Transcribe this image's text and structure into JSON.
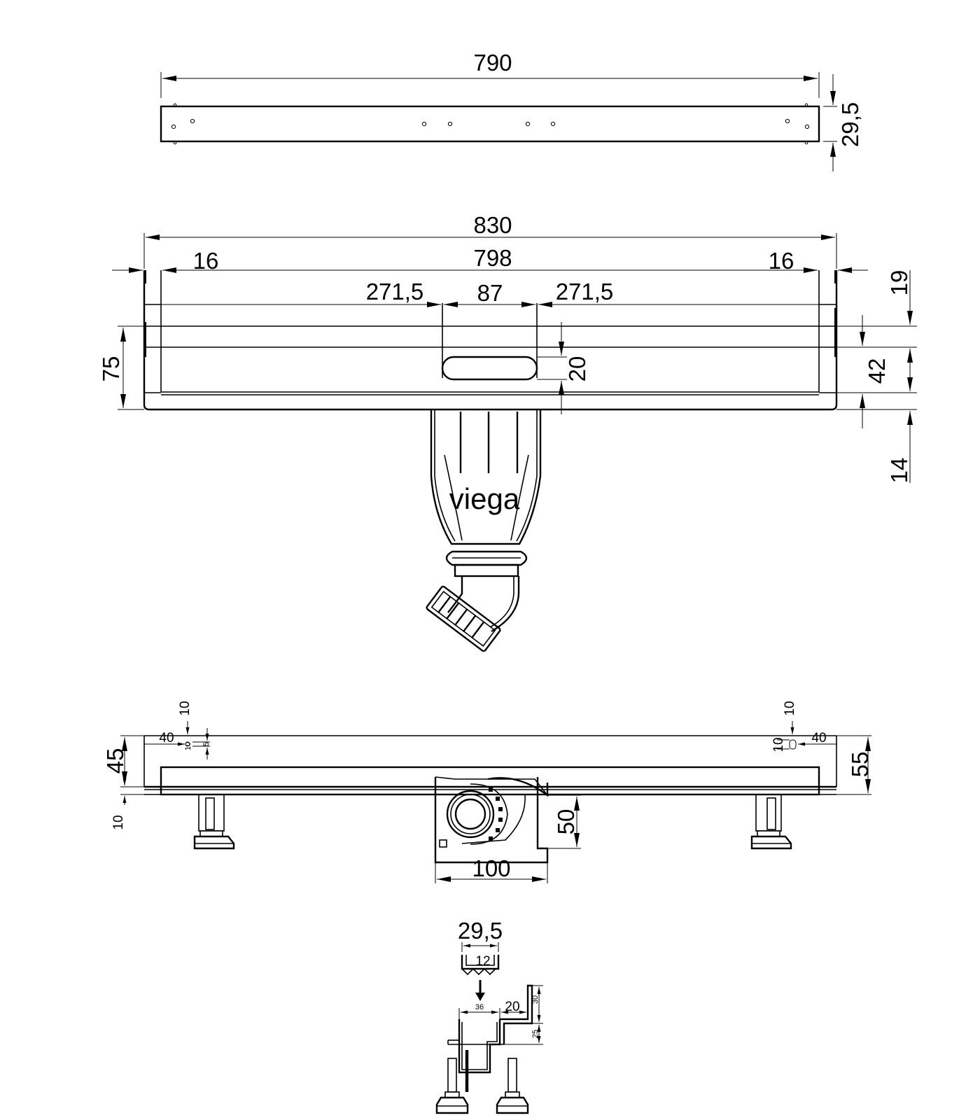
{
  "grate_view": {
    "length": "790",
    "width": "29,5"
  },
  "channel_top_view": {
    "overall_length": "830",
    "inner_length": "798",
    "flange_left": "16",
    "flange_right": "16",
    "outlet_offset_left": "271,5",
    "outlet_width": "87",
    "outlet_offset_right": "271,5",
    "outlet_slot_height": "20",
    "overall_depth": "75",
    "dim_19": "19",
    "dim_42": "42",
    "dim_14": "14",
    "brand": "viega"
  },
  "side_view": {
    "left_height": "45",
    "right_height": "55",
    "foot_gap": "10",
    "left_hole_offset": "40",
    "right_hole_offset": "40",
    "left_hole_top": "10",
    "right_hole_top": "10",
    "left_hole_dia": "5",
    "right_hole_dia": "10",
    "left_hole_label": "10",
    "outlet_height": "50",
    "outlet_width": "100"
  },
  "section_view": {
    "grate_width": "29,5",
    "grate_inner": "12",
    "channel_width": "36",
    "flange_width": "20",
    "height_upper": "30",
    "height_lower": "25"
  }
}
